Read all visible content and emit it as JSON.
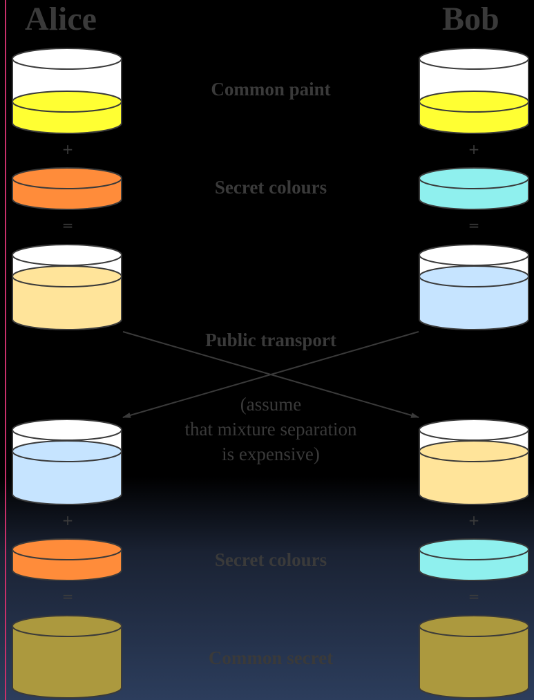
{
  "people": {
    "left": "Alice",
    "right": "Bob"
  },
  "labels": {
    "common_paint": "Common paint",
    "secret_colours_1": "Secret colours",
    "public_transport": "Public transport",
    "note_line1": "(assume",
    "note_line2": "that mixture separation",
    "note_line3": "is expensive)",
    "secret_colours_2": "Secret colours",
    "common_secret": "Common secret"
  },
  "operators": {
    "plus": "+",
    "equals": "="
  },
  "colors": {
    "common_paint": "#ffff33",
    "alice_secret": "#ff8c3a",
    "bob_secret": "#8ff0ee",
    "alice_mixture": "#ffe49a",
    "bob_mixture": "#c6e4ff",
    "common_secret": "#ac993e",
    "text": "#3a3a3a"
  }
}
